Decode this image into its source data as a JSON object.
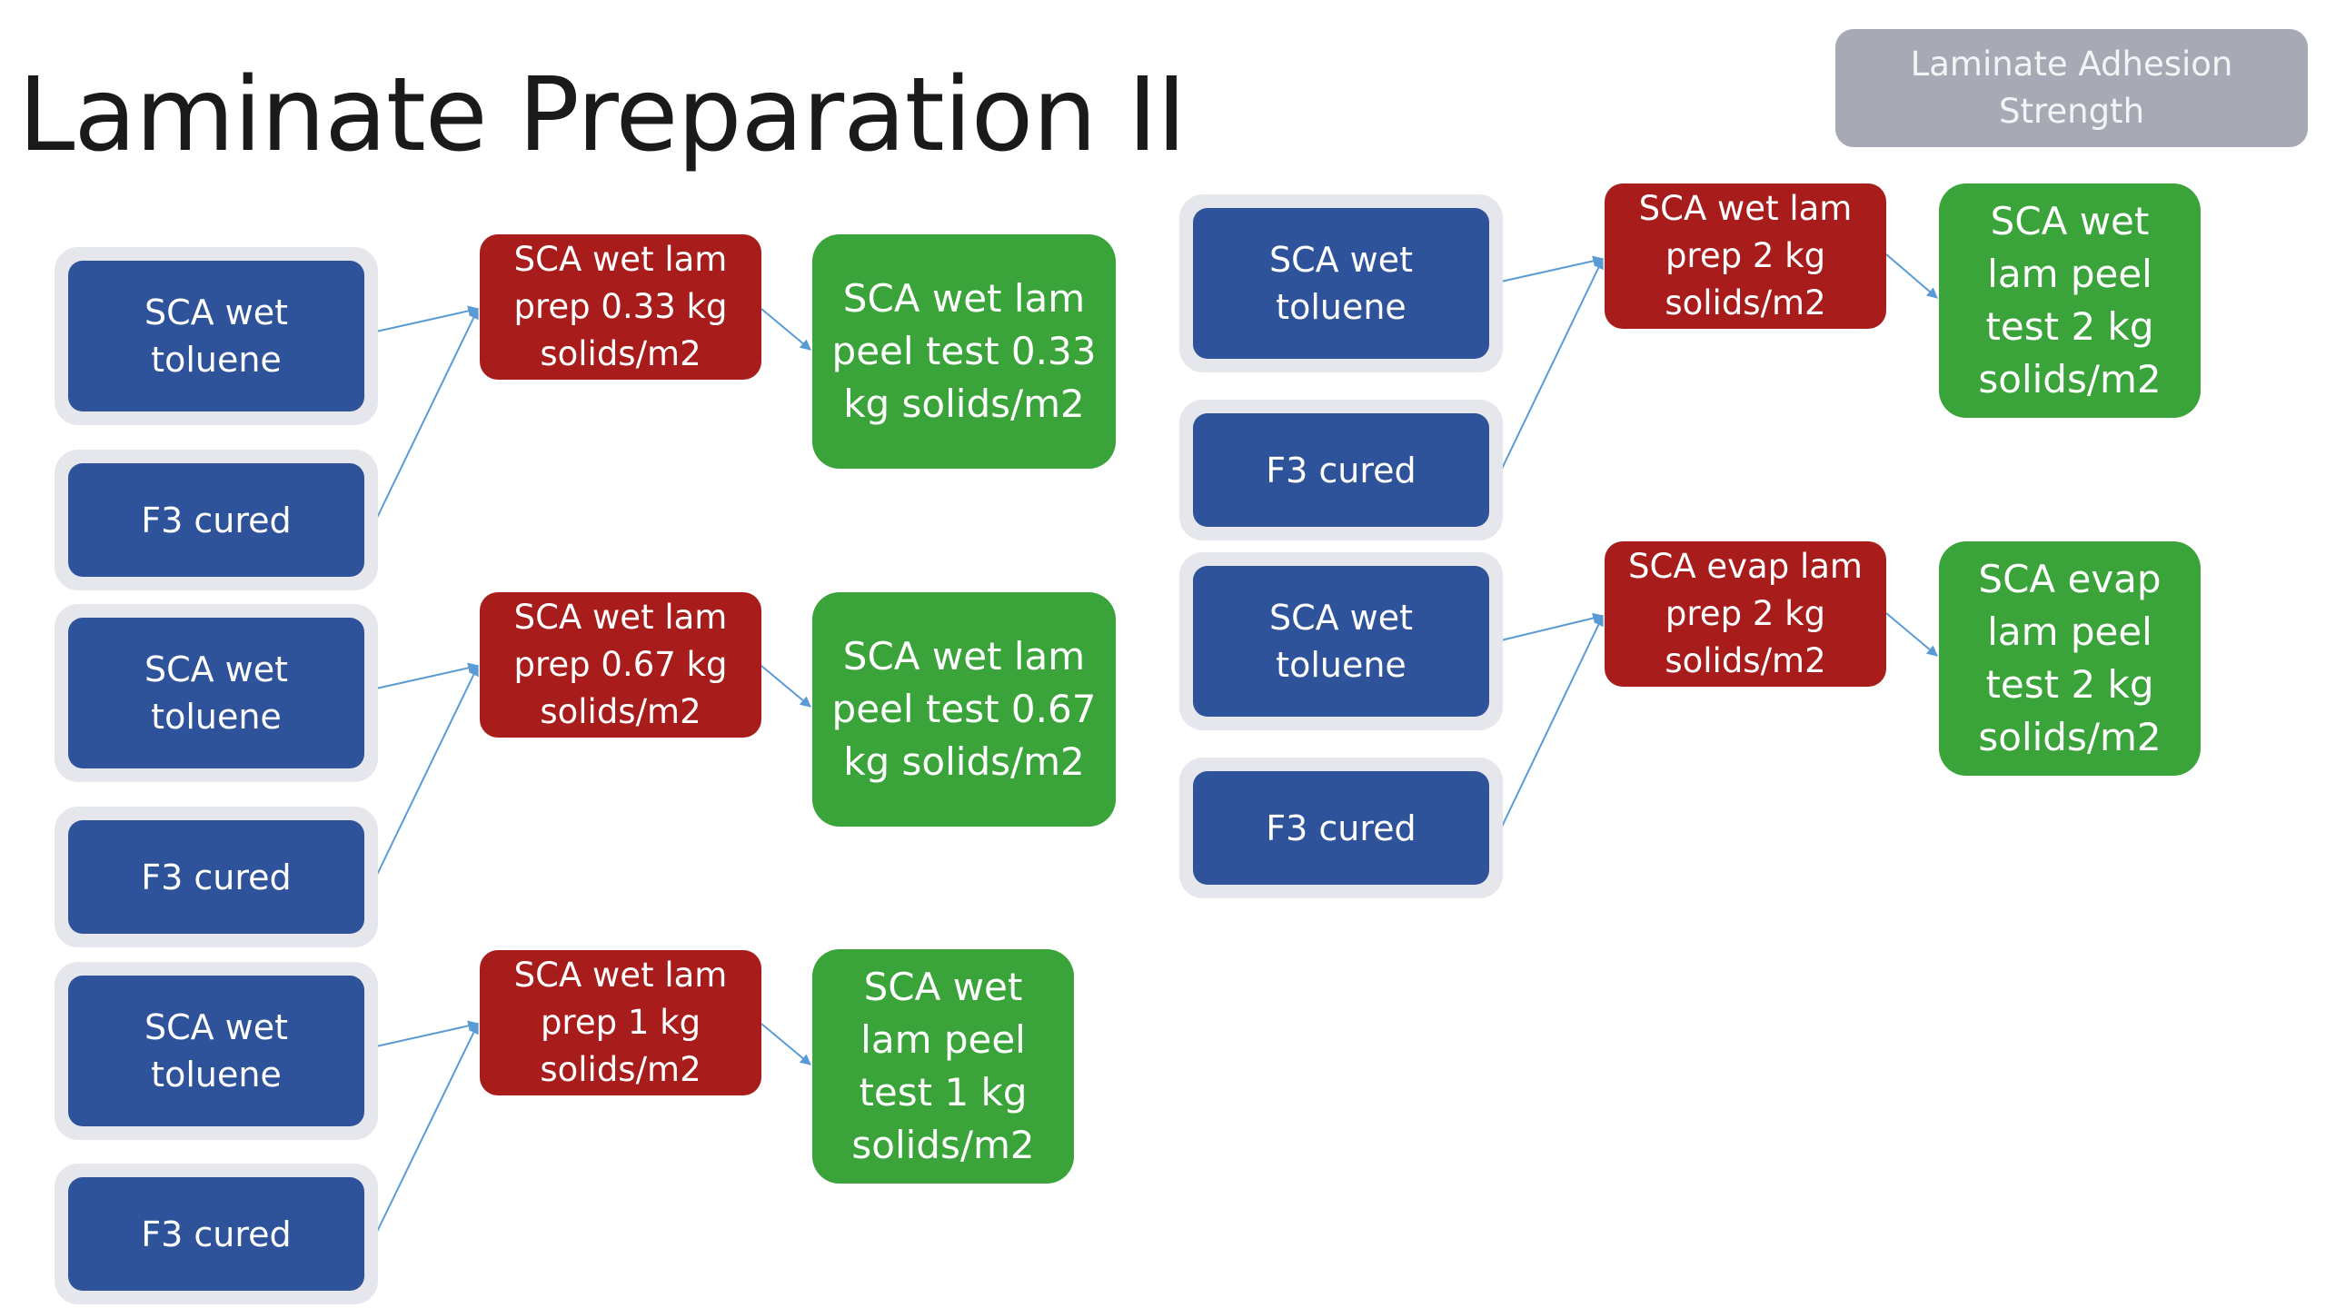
{
  "title": "Laminate Preparation II",
  "tag": "Laminate Adhesion\nStrength",
  "colors": {
    "input": "#2f539a",
    "input_frame": "#e6e7ec",
    "prep": "#a81c1c",
    "test": "#3aa33a",
    "tag": "#a7aab5",
    "connector": "#5b9bd5"
  },
  "groups": [
    {
      "inputs": [
        "SCA wet\ntoluene",
        "F3 cured"
      ],
      "prep": "SCA wet lam\nprep 0.33 kg\nsolids/m2",
      "test": "SCA wet lam\npeel test 0.33\nkg solids/m2"
    },
    {
      "inputs": [
        "SCA wet\ntoluene",
        "F3 cured"
      ],
      "prep": "SCA wet lam\nprep 0.67 kg\nsolids/m2",
      "test": "SCA wet lam\npeel test 0.67\nkg solids/m2"
    },
    {
      "inputs": [
        "SCA wet\ntoluene",
        "F3 cured"
      ],
      "prep": "SCA wet lam\nprep 1 kg\nsolids/m2",
      "test": "SCA wet\nlam peel\ntest 1 kg\nsolids/m2"
    },
    {
      "inputs": [
        "SCA wet\ntoluene",
        "F3 cured"
      ],
      "prep": "SCA wet lam\nprep 2 kg\nsolids/m2",
      "test": "SCA wet\nlam peel\ntest 2 kg\nsolids/m2"
    },
    {
      "inputs": [
        "SCA wet\ntoluene",
        "F3 cured"
      ],
      "prep": "SCA evap lam\nprep 2 kg\nsolids/m2",
      "test": "SCA evap\nlam peel\ntest 2 kg\nsolids/m2"
    }
  ]
}
